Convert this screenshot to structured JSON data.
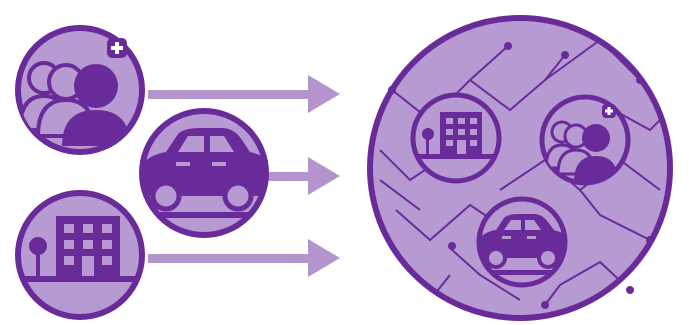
{
  "diagram": {
    "colors": {
      "primary": "#6a2b9a",
      "light": "#b79ad1",
      "arrow": "#b394cc",
      "background": "#ffffff"
    },
    "sources": [
      {
        "id": "people",
        "icon": "people-plus-icon"
      },
      {
        "id": "car",
        "icon": "car-icon"
      },
      {
        "id": "building",
        "icon": "building-tree-icon"
      }
    ],
    "hub": {
      "icon": "circuit-network-icon",
      "members": [
        "building-tree-icon",
        "people-plus-icon",
        "car-icon"
      ]
    }
  }
}
